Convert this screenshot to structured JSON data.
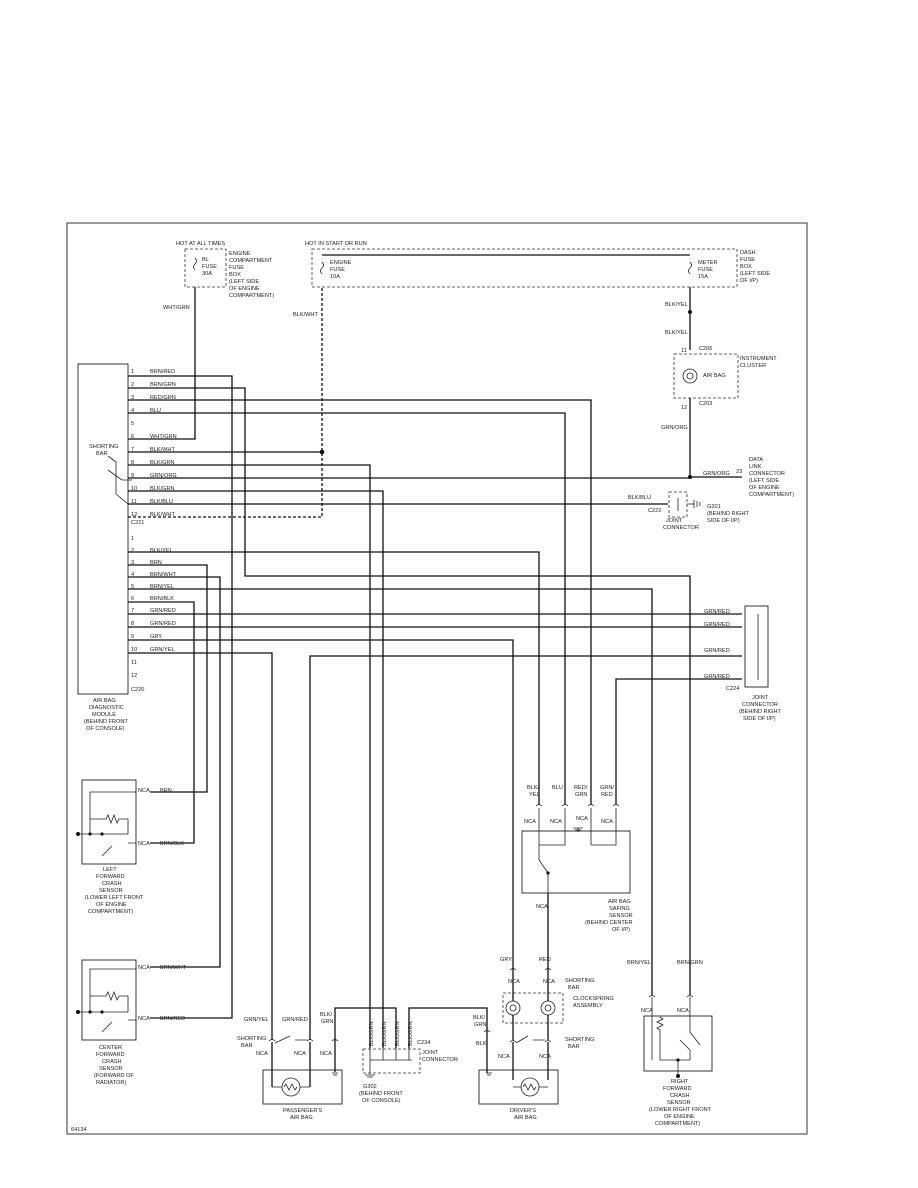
{
  "labels": {
    "hot_at_all_times": "HOT AT ALL TIMES",
    "hot_in_start_or_run": "HOT IN START OR RUN",
    "fuse_30a": [
      "BL",
      "FUSE",
      "30A"
    ],
    "engine_comp_box": [
      "ENGINE",
      "COMPARTMENT",
      "FUSE",
      "BOX",
      "(LEFT SIDE",
      "OF ENGINE",
      "COMPARTMENT)"
    ],
    "engine_fuse": [
      "ENGINE",
      "FUSE",
      "10A"
    ],
    "meter_fuse": [
      "METER",
      "FUSE",
      "15A"
    ],
    "dash_fuse_box": [
      "DASH",
      "FUSE",
      "BOX",
      "(LEFT SIDE",
      "OF I/P)"
    ],
    "wht_grn": "WHT/GRN",
    "blk_wht": "BLK/WHT",
    "blk_yel_1": "BLK/YEL",
    "blk_yel_2": "BLK/YEL",
    "c206": "C206",
    "c203": "C203",
    "pin11": "11",
    "pin12": "12",
    "instrument_cluster": [
      "INSTRUMENT",
      "CLUSTER"
    ],
    "air_bag": "AIR BAG",
    "grn_org_v": "GRN/ORG",
    "grn_org_h": "GRN/ORG",
    "data_link": [
      "DATA",
      "LINK",
      "CONNECTOR",
      "(LEFT SIDE",
      "OF ENGINE",
      "COMPARTMENT)"
    ],
    "pin23": "23",
    "blk_blu_r": "BLK/BLU",
    "g201": [
      "G201",
      "(BEHIND RIGHT",
      "SIDE OF I/P)"
    ],
    "c222": "C222",
    "joint_connector_1": [
      "JOINT",
      "CONNECTOR"
    ],
    "shorting_bar_left": [
      "SHORTING",
      "BAR"
    ],
    "c221": "C221",
    "c220": "C220",
    "module": [
      "AIR BAG",
      "DIAGNOSTIC",
      "MODULE",
      "(BEHIND FRONT",
      "OF CONSOLE)"
    ],
    "c221_pins": [
      {
        "n": "1",
        "w": "BRN/RED"
      },
      {
        "n": "2",
        "w": "BRN/GRN"
      },
      {
        "n": "3",
        "w": "RED/GRN"
      },
      {
        "n": "4",
        "w": "BLU"
      },
      {
        "n": "5",
        "w": ""
      },
      {
        "n": "6",
        "w": "WHT/GRN"
      },
      {
        "n": "7",
        "w": "BLK/WHT"
      },
      {
        "n": "8",
        "w": "BLK/GRN"
      },
      {
        "n": "9",
        "w": "GRN/ORG"
      },
      {
        "n": "10",
        "w": "BLK/GRN"
      },
      {
        "n": "11",
        "w": "BLK/BLU"
      },
      {
        "n": "12",
        "w": "BLK/WHT"
      }
    ],
    "c220_pins": [
      {
        "n": "1",
        "w": ""
      },
      {
        "n": "2",
        "w": "BLK/YEL"
      },
      {
        "n": "3",
        "w": "BRN"
      },
      {
        "n": "4",
        "w": "BRN/WHT"
      },
      {
        "n": "5",
        "w": "BRN/YEL"
      },
      {
        "n": "6",
        "w": "BRN/BLK"
      },
      {
        "n": "7",
        "w": "GRN/RED"
      },
      {
        "n": "8",
        "w": "GRN/RED"
      },
      {
        "n": "9",
        "w": "GRY"
      },
      {
        "n": "10",
        "w": "GRN/YEL"
      },
      {
        "n": "11",
        "w": ""
      },
      {
        "n": "12",
        "w": ""
      }
    ],
    "c224_right": [
      "GRN/RED",
      "GRN/RED",
      "GRN/RED",
      "GRN/RED"
    ],
    "c224": "C224",
    "joint_connector_2": [
      "JOINT",
      "CONNECTOR",
      "(BEHIND RIGHT",
      "SIDE OF I/P)"
    ],
    "nca": "NCA",
    "brn": "BRN",
    "brn_blk": "BRN/BLK",
    "brn_wht": "BRN/WHT",
    "brn_red": "BRN/RED",
    "left_sensor": [
      "LEFT",
      "FORWARD",
      "CRASH",
      "SENSOR",
      "(LOWER LEFT FRONT",
      "OF ENGINE",
      "COMPARTMENT)"
    ],
    "center_sensor": [
      "CENTER",
      "FORWARD",
      "CRASH",
      "SENSOR",
      "(FORWARD OF",
      "RADIATOR)"
    ],
    "safing_top": [
      [
        "BLK/",
        "YEL"
      ],
      [
        "BLU",
        ""
      ],
      [
        "RED/",
        "GRN"
      ],
      [
        "GRN/",
        "RED"
      ]
    ],
    "safing_sensor": [
      "AIR BAG",
      "SAFING",
      "SENSOR",
      "(BEHIND CENTER",
      "OF I/P)"
    ],
    "gry": "GRY",
    "red": "RED",
    "clockspring": [
      "CLOCKSPRING",
      "ASSEMBLY"
    ],
    "brn_yel": "BRN/YEL",
    "brn_grn": "BRN/GRN",
    "right_sensor": [
      "RIGHT",
      "FORWARD",
      "CRASH",
      "SENSOR",
      "(LOWER RIGHT FRONT",
      "OF ENGINE",
      "COMPARTMENT)"
    ],
    "grn_yel": "GRN/YEL",
    "grn_red": "GRN/RED",
    "blk_grn_1": [
      "BLK/",
      "GRN"
    ],
    "blk_grn_2": [
      "BLK/",
      "GRN"
    ],
    "blk_grn_vert": [
      "BLK/GRN",
      "BLK/GRN",
      "BLK/GRN",
      "BLK/GRN"
    ],
    "c234": "C234",
    "joint_connector_3": [
      "JOINT",
      "CONNECTOR"
    ],
    "g302": [
      "G302",
      "(BEHIND FRONT",
      "OF CONSOLE)"
    ],
    "blk": "BLK",
    "passenger_airbag": [
      "PASSENGER'S",
      "AIR BAG"
    ],
    "driver_airbag": [
      "DRIVER'S",
      "AIR BAG"
    ],
    "shorting_bar": [
      "SHORTING",
      "BAR"
    ],
    "figure_id": "64134"
  }
}
